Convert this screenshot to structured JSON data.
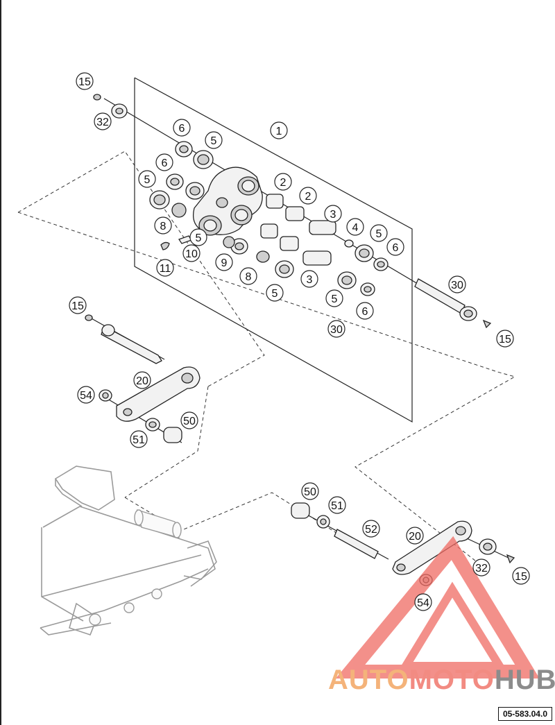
{
  "diagram": {
    "document_id": "05-583.04.0",
    "watermark": {
      "part1": "AUTO",
      "part2": "MOTO",
      "part3": "HUB"
    },
    "callouts": [
      "1",
      "2",
      "2",
      "3",
      "3",
      "4",
      "5",
      "5",
      "5",
      "5",
      "5",
      "5",
      "6",
      "6",
      "6",
      "6",
      "8",
      "8",
      "9",
      "10",
      "11",
      "15",
      "15",
      "15",
      "15",
      "20",
      "20",
      "30",
      "30",
      "32",
      "32",
      "50",
      "50",
      "51",
      "51",
      "52",
      "54",
      "54"
    ]
  }
}
